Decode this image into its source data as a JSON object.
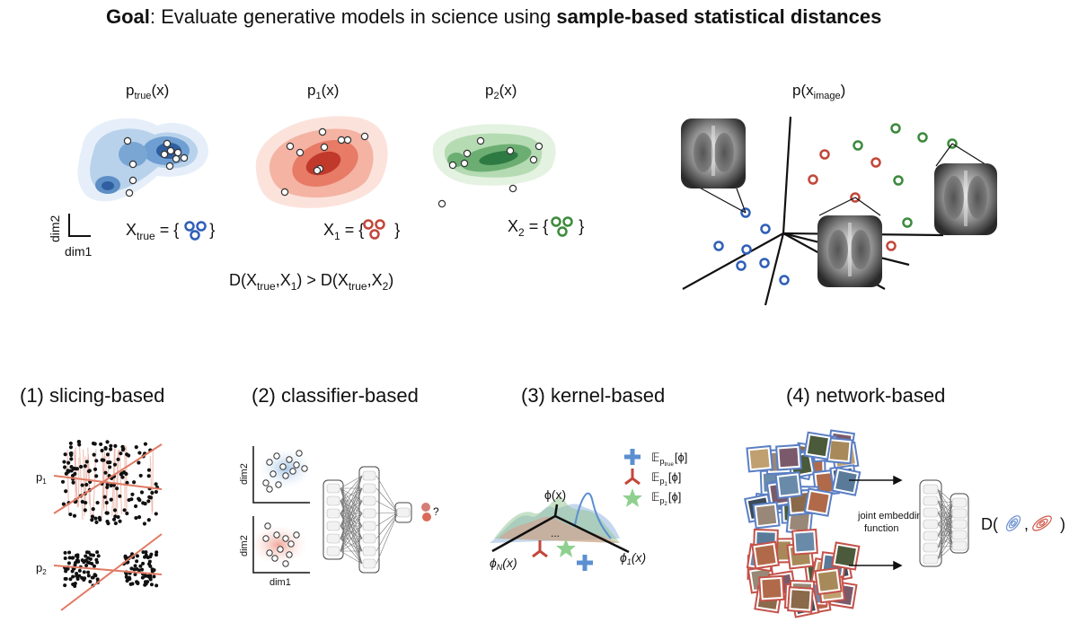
{
  "title": {
    "goal_label": "Goal",
    "goal_text": ": Evaluate generative models in science using ",
    "goal_bold": "sample-based statistical distances"
  },
  "densities": {
    "true": {
      "p": "p",
      "sub": "true",
      "arg": "(x)"
    },
    "one": {
      "p": "p",
      "sub": "1",
      "arg": "(x)"
    },
    "two": {
      "p": "p",
      "sub": "2",
      "arg": "(x)"
    },
    "axis_x": "dim1",
    "axis_y": "dim2",
    "sets": {
      "true": {
        "X": "X",
        "sub": "true",
        "eq": " = {",
        "close": "}"
      },
      "one": {
        "X": "X",
        "sub": "1",
        "eq": " = {",
        "close": "}"
      },
      "two": {
        "X": "X",
        "sub": "2",
        "eq": " = {",
        "close": "}"
      }
    },
    "inequality": {
      "D1": "D(X",
      "sub1": "true",
      "mid1": ",X",
      "sub2": "1",
      "gt": ") > D(X",
      "sub3": "true",
      "mid2": ",X",
      "sub4": "2",
      "end": ")"
    }
  },
  "image_space": {
    "p": "p(x",
    "sub": "image",
    "end": ")"
  },
  "sections": {
    "s1": "(1) slicing-based",
    "s2": "(2) classifier-based",
    "s3": "(3) kernel-based",
    "s4": "(4) network-based"
  },
  "slicing": {
    "p1": "p",
    "p1_sub": "1",
    "p2": "p",
    "p2_sub": "2"
  },
  "classifier": {
    "dim2_a": "dim2",
    "dim2_b": "dim2",
    "dim1": "dim1",
    "q": "?"
  },
  "kernel": {
    "phi": "ϕ(x)",
    "phi1": "ϕ",
    "phi1_sub": "1",
    "phi1_arg": "(x)",
    "phiN": "ϕ",
    "phiN_sub": "N",
    "phiN_arg": "(x)",
    "dots": "...",
    "legend": [
      {
        "E": "𝔼",
        "p": "p",
        "sub": "true",
        "arg": "[ϕ]"
      },
      {
        "E": "𝔼",
        "p": "p",
        "sub": "1",
        "arg": "[ϕ]"
      },
      {
        "E": "𝔼",
        "p": "p",
        "sub": "2",
        "arg": "[ϕ]"
      }
    ]
  },
  "network": {
    "joint_line1": "joint embedding",
    "joint_line2": "function",
    "D": "D(",
    "comma": ",",
    "close": ")"
  },
  "colors": {
    "blue": "#2f5fb8",
    "red": "#c2473b",
    "green": "#3c8a3c",
    "light_blue": "#7fa7d6",
    "salmon": "#e98d7a"
  }
}
